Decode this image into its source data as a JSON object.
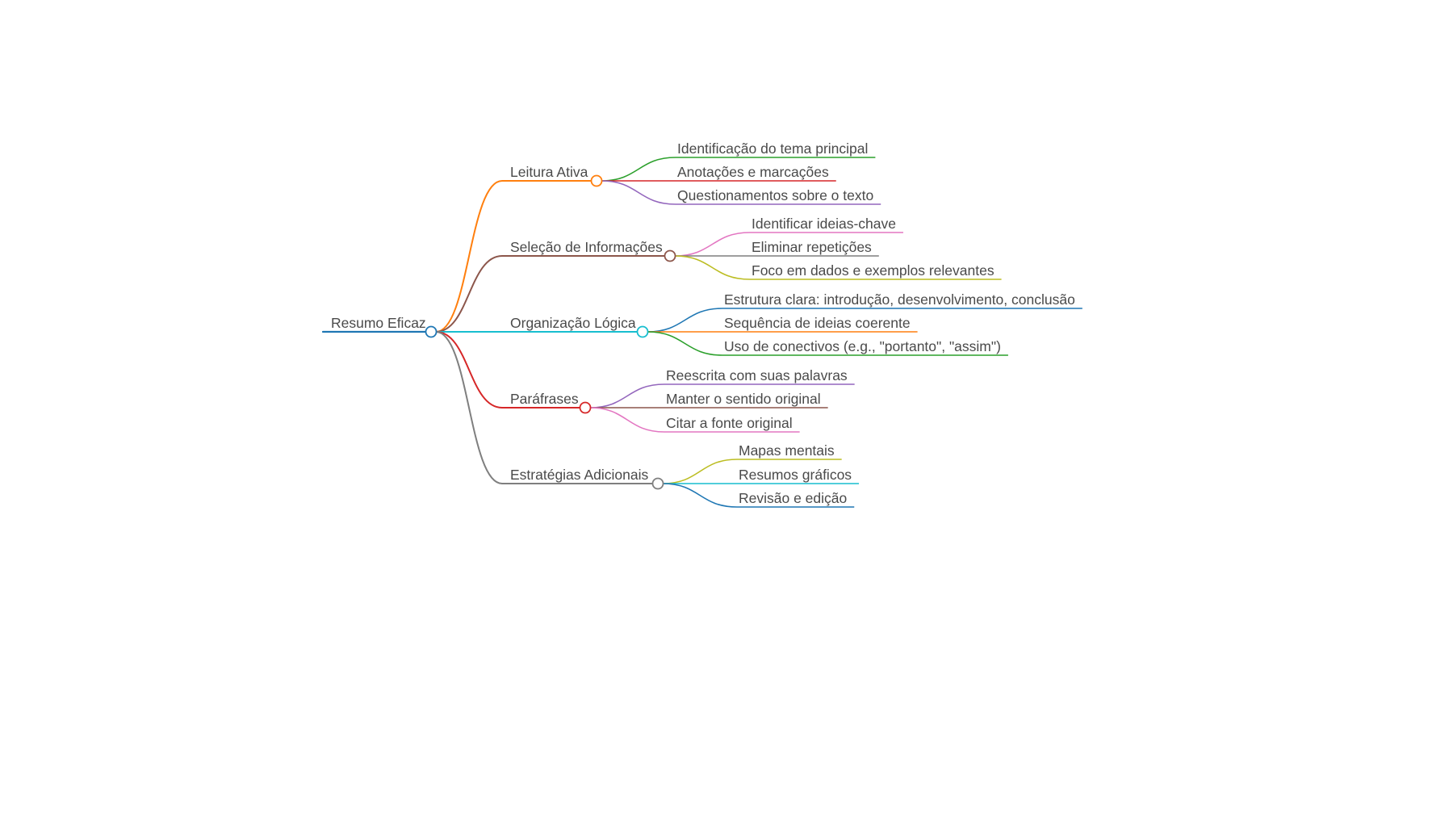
{
  "root": {
    "label": "Resumo Eficaz",
    "color": "#1f77b4"
  },
  "branches": [
    {
      "label": "Leitura Ativa",
      "color": "#ff7f0e",
      "children": [
        {
          "label": "Identificação do tema principal",
          "color": "#2ca02c"
        },
        {
          "label": "Anotações e marcações",
          "color": "#d62728"
        },
        {
          "label": "Questionamentos sobre o texto",
          "color": "#9467bd"
        }
      ]
    },
    {
      "label": "Seleção de Informações",
      "color": "#8c564b",
      "children": [
        {
          "label": "Identificar ideias-chave",
          "color": "#e377c2"
        },
        {
          "label": "Eliminar repetições",
          "color": "#7f7f7f"
        },
        {
          "label": "Foco em dados e exemplos relevantes",
          "color": "#bcbd22"
        }
      ]
    },
    {
      "label": "Organização Lógica",
      "color": "#17becf",
      "children": [
        {
          "label": "Estrutura clara: introdução, desenvolvimento, conclusão",
          "color": "#1f77b4"
        },
        {
          "label": "Sequência de ideias coerente",
          "color": "#ff7f0e"
        },
        {
          "label": "Uso de conectivos (e.g., \"portanto\", \"assim\")",
          "color": "#2ca02c"
        }
      ]
    },
    {
      "label": "Paráfrases",
      "color": "#d62728",
      "children": [
        {
          "label": "Reescrita com suas palavras",
          "color": "#9467bd"
        },
        {
          "label": "Manter o sentido original",
          "color": "#8c564b"
        },
        {
          "label": "Citar a fonte original",
          "color": "#e377c2"
        }
      ]
    },
    {
      "label": "Estratégias Adicionais",
      "color": "#7f7f7f",
      "children": [
        {
          "label": "Mapas mentais",
          "color": "#bcbd22"
        },
        {
          "label": "Resumos gráficos",
          "color": "#17becf"
        },
        {
          "label": "Revisão e edição",
          "color": "#1f77b4"
        }
      ]
    }
  ]
}
